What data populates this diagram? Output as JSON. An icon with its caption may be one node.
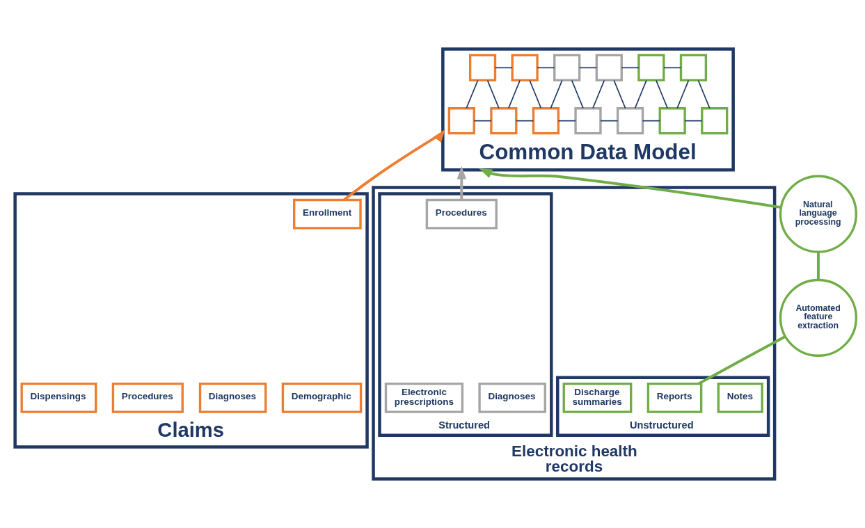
{
  "diagram": {
    "nodes": [
      {
        "text": [
          "Common Data Model"
        ]
      },
      {
        "text": [],
        "shape": "box",
        "in": 0
      },
      {
        "text": [],
        "shape": "box",
        "in": 0
      },
      {
        "text": [],
        "shape": "box",
        "in": 0
      },
      {
        "text": [],
        "shape": "box",
        "in": 0
      },
      {
        "text": [],
        "shape": "box",
        "in": 0
      },
      {
        "text": [],
        "shape": "box",
        "in": 0
      },
      {
        "text": [],
        "shape": "box",
        "in": 0
      },
      {
        "text": [],
        "shape": "box",
        "in": 0
      },
      {
        "text": [],
        "shape": "box",
        "in": 0
      },
      {
        "text": [],
        "shape": "box",
        "in": 0
      },
      {
        "text": [],
        "shape": "box",
        "in": 0
      },
      {
        "text": [],
        "shape": "box",
        "in": 0
      },
      {
        "text": [],
        "shape": "box",
        "in": 0
      },
      {
        "text": [
          "Claims"
        ]
      },
      {
        "text": [
          "Enrollment"
        ],
        "in": 14
      },
      {
        "text": [
          "Demographic"
        ],
        "in": 14
      },
      {
        "text": [
          "Diagnoses"
        ],
        "in": 14
      },
      {
        "text": [
          "Procedures"
        ],
        "in": 14
      },
      {
        "text": [
          "Dispensings"
        ],
        "in": 14
      },
      {
        "text": [
          "Electronic health records"
        ]
      },
      {
        "text": [
          "Structured"
        ],
        "in": 20
      },
      {
        "text": [
          "Diagnoses"
        ],
        "in": 21
      },
      {
        "text": [
          "Procedures"
        ],
        "in": 21
      },
      {
        "text": [
          "Electronic prescriptions"
        ],
        "in": 21
      },
      {
        "text": [
          "Unstructured"
        ],
        "in": 20
      },
      {
        "text": [
          "Notes"
        ],
        "in": 25
      },
      {
        "text": [
          "Reports"
        ],
        "in": 25
      },
      {
        "text": [
          "Discharge summaries"
        ],
        "in": 25
      },
      {
        "text": [
          "Natural language processing"
        ]
      },
      {
        "text": [
          "Automated feature extraction"
        ]
      }
    ],
    "edges": [
      {
        "from": 1,
        "to": 2,
        "arrow": "none"
      },
      {
        "from": 2,
        "to": 3,
        "arrow": "none"
      },
      {
        "from": 3,
        "to": 4,
        "arrow": "none"
      },
      {
        "from": 4,
        "to": 5,
        "arrow": "none"
      },
      {
        "from": 5,
        "to": 6,
        "arrow": "none"
      },
      {
        "from": 6,
        "to": 7,
        "arrow": "none"
      },
      {
        "from": 1,
        "to": 8,
        "arrow": "none"
      },
      {
        "from": 2,
        "to": 8,
        "arrow": "none"
      },
      {
        "from": 2,
        "to": 9,
        "arrow": "none"
      },
      {
        "from": 3,
        "to": 9,
        "arrow": "none"
      },
      {
        "from": 3,
        "to": 10,
        "arrow": "none"
      },
      {
        "from": 4,
        "to": 10,
        "arrow": "none"
      },
      {
        "from": 4,
        "to": 11,
        "arrow": "none"
      },
      {
        "from": 5,
        "to": 11,
        "arrow": "none"
      },
      {
        "from": 5,
        "to": 12,
        "arrow": "none"
      },
      {
        "from": 6,
        "to": 12,
        "arrow": "none"
      },
      {
        "from": 6,
        "to": 13,
        "arrow": "none"
      },
      {
        "from": 7,
        "to": 13,
        "arrow": "none"
      },
      {
        "from": 8,
        "to": 9,
        "arrow": "none"
      },
      {
        "from": 9,
        "to": 10,
        "arrow": "none"
      },
      {
        "from": 10,
        "to": 11,
        "arrow": "none"
      },
      {
        "from": 11,
        "to": 12,
        "arrow": "none"
      },
      {
        "from": 12,
        "to": 13,
        "arrow": "none"
      },
      {
        "from": 15,
        "to": 0,
        "arrow": "to",
        "style": "thick",
        "color": "#ed7d31"
      },
      {
        "from": 23,
        "to": 0,
        "arrow": "to",
        "style": "thick",
        "color": "#a5a5a5"
      },
      {
        "from": 27,
        "to": 30,
        "arrow": "none",
        "style": "thick",
        "color": "#70ad47"
      },
      {
        "from": 30,
        "to": 29,
        "arrow": "none",
        "style": "thick",
        "color": "#70ad47"
      },
      {
        "from": 29,
        "to": 0,
        "arrow": "to",
        "style": "thick",
        "color": "#70ad47"
      }
    ]
  }
}
